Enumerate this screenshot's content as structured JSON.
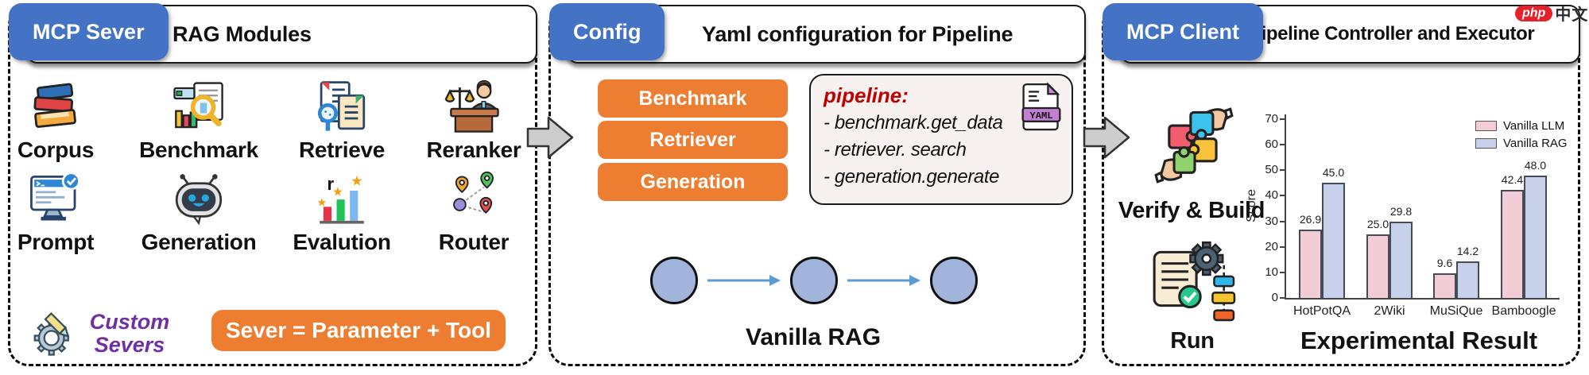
{
  "colors": {
    "tab_blue": "#4472C4",
    "orange": "#ED7D31",
    "purple": "#7030A0",
    "node_fill": "#A3B4DC",
    "flow_arrow_blue": "#5B9BD5",
    "code_red": "#C00000",
    "llm_pink": "#F2CDD6",
    "rag_periwinkle": "#C8D1EC"
  },
  "watermark": {
    "badge": "php",
    "text": "中文网"
  },
  "server_panel": {
    "tab": "MCP Sever",
    "title": "RAG Modules",
    "modules": [
      {
        "label": "Corpus",
        "icon": "books-icon"
      },
      {
        "label": "Benchmark",
        "icon": "chart-magnifier-icon"
      },
      {
        "label": "Retrieve",
        "icon": "document-magnifier-icon"
      },
      {
        "label": "Reranker",
        "icon": "judge-scales-icon"
      },
      {
        "label": "Prompt",
        "icon": "terminal-monitor-icon"
      },
      {
        "label": "Generation",
        "icon": "robot-icon"
      },
      {
        "label": "Evalution",
        "icon": "growth-bars-stars-icon",
        "overlay": "r"
      },
      {
        "label": "Router",
        "icon": "map-pins-icon"
      }
    ],
    "custom_label": "Custom Severs",
    "formula_button": "Sever = Parameter + Tool"
  },
  "config_panel": {
    "tab": "Config",
    "title": "Yaml configuration for Pipeline",
    "module_buttons": [
      "Benchmark",
      "Retriever",
      "Generation"
    ],
    "code": {
      "title": "pipeline:",
      "lines": [
        "- benchmark.get_data",
        "- retriever. search",
        "- generation.generate"
      ]
    },
    "yaml_label": "YAML",
    "flow_caption": "Vanilla RAG"
  },
  "client_panel": {
    "tab": "MCP Client",
    "title": "Pipeline Controller and Executor",
    "verify_label": "Verify & Build",
    "run_label": "Run"
  },
  "chart_data": {
    "type": "bar",
    "title": "Experimental Result",
    "categories": [
      "HotPotQA",
      "2Wiki",
      "MuSiQue",
      "Bamboogle"
    ],
    "series": [
      {
        "name": "Vanilla LLM",
        "color": "#F2CDD6",
        "values": [
          26.9,
          25.0,
          9.6,
          42.4
        ]
      },
      {
        "name": "Vanilla RAG",
        "color": "#C8D1EC",
        "values": [
          45.0,
          29.8,
          14.2,
          48.0
        ]
      }
    ],
    "ylabel": "Score",
    "ylim": [
      0,
      70
    ],
    "yticks": [
      0,
      10,
      20,
      30,
      40,
      50,
      60,
      70
    ],
    "legend_position": "upper right",
    "grid": false,
    "bar_value_labels": true
  }
}
